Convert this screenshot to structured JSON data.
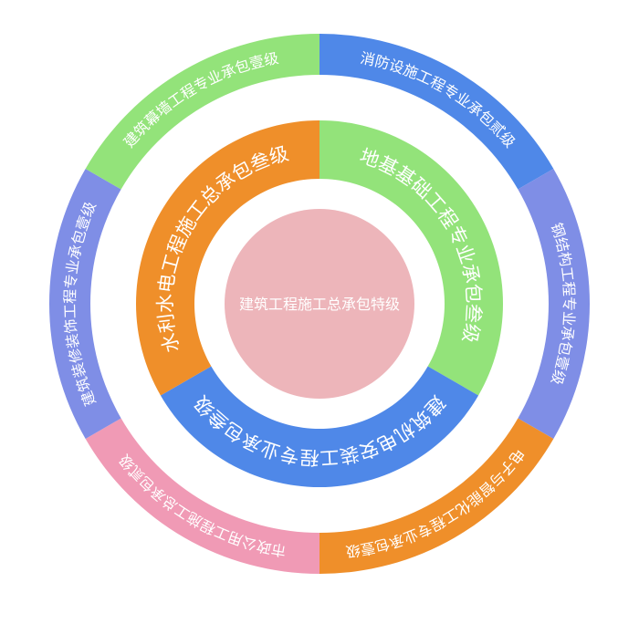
{
  "center": {
    "label": "建筑工程施工总承包特级",
    "color": "#edb5ba"
  },
  "inner_ring": [
    {
      "label": "地基基础工程专业承包叁级",
      "color": "#93e37a"
    },
    {
      "label": "建筑机电安装工程专业承包叁级",
      "color": "#4f88e8"
    },
    {
      "label": "水利水电工程施工总承包叁级",
      "color": "#ef8f2a"
    }
  ],
  "outer_ring": [
    {
      "label": "消防设施工程专业承包贰级",
      "color": "#4f88e8"
    },
    {
      "label": "钢结构工程专业承包壹级",
      "color": "#7f8ee6"
    },
    {
      "label": "电子与智能化工程专业承包壹级",
      "color": "#ef8f2a"
    },
    {
      "label": "市政公用工程施工总承包贰级",
      "color": "#f09ab5"
    },
    {
      "label": "建筑装修装饰工程专业承包壹级",
      "color": "#7f8ee6"
    },
    {
      "label": "建筑幕墙工程专业承包壹级",
      "color": "#93e37a"
    }
  ]
}
